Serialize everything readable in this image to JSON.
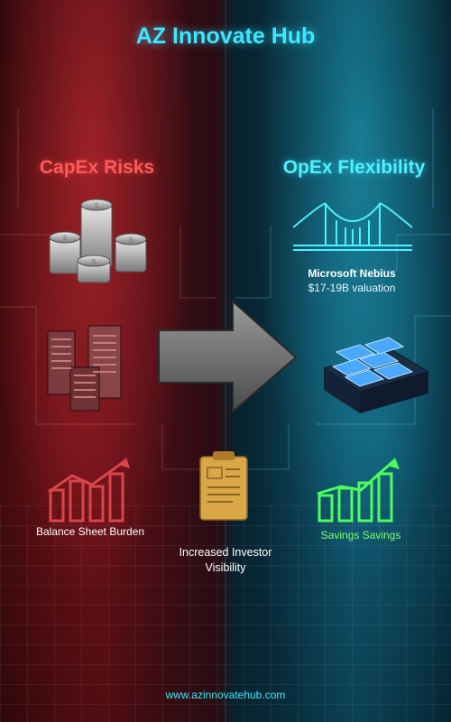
{
  "header": {
    "title": "AZ Innovate Hub"
  },
  "left_panel": {
    "heading": "CapEx Risks",
    "caption": "Balance Sheet Burden",
    "accent_color": "#ff5a5a",
    "icons": [
      "coin-stack-icon",
      "server-rack-icon",
      "bar-chart-rising-icon"
    ]
  },
  "right_panel": {
    "heading": "OpEx Flexibility",
    "nebius_title": "Microsoft Nebius",
    "nebius_subtitle": "$17-19B valuation",
    "caption": "Savings Savings",
    "accent_color": "#4ff0ff",
    "caption_color": "#7fff6a",
    "icons": [
      "bridge-icon",
      "gpu-server-icon",
      "bar-chart-growth-icon"
    ]
  },
  "center": {
    "caption": "Increased Investor Visibility",
    "icons": [
      "arrow-right-icon",
      "clipboard-document-icon"
    ]
  },
  "footer": {
    "url": "www.azinnovatehub.com"
  }
}
